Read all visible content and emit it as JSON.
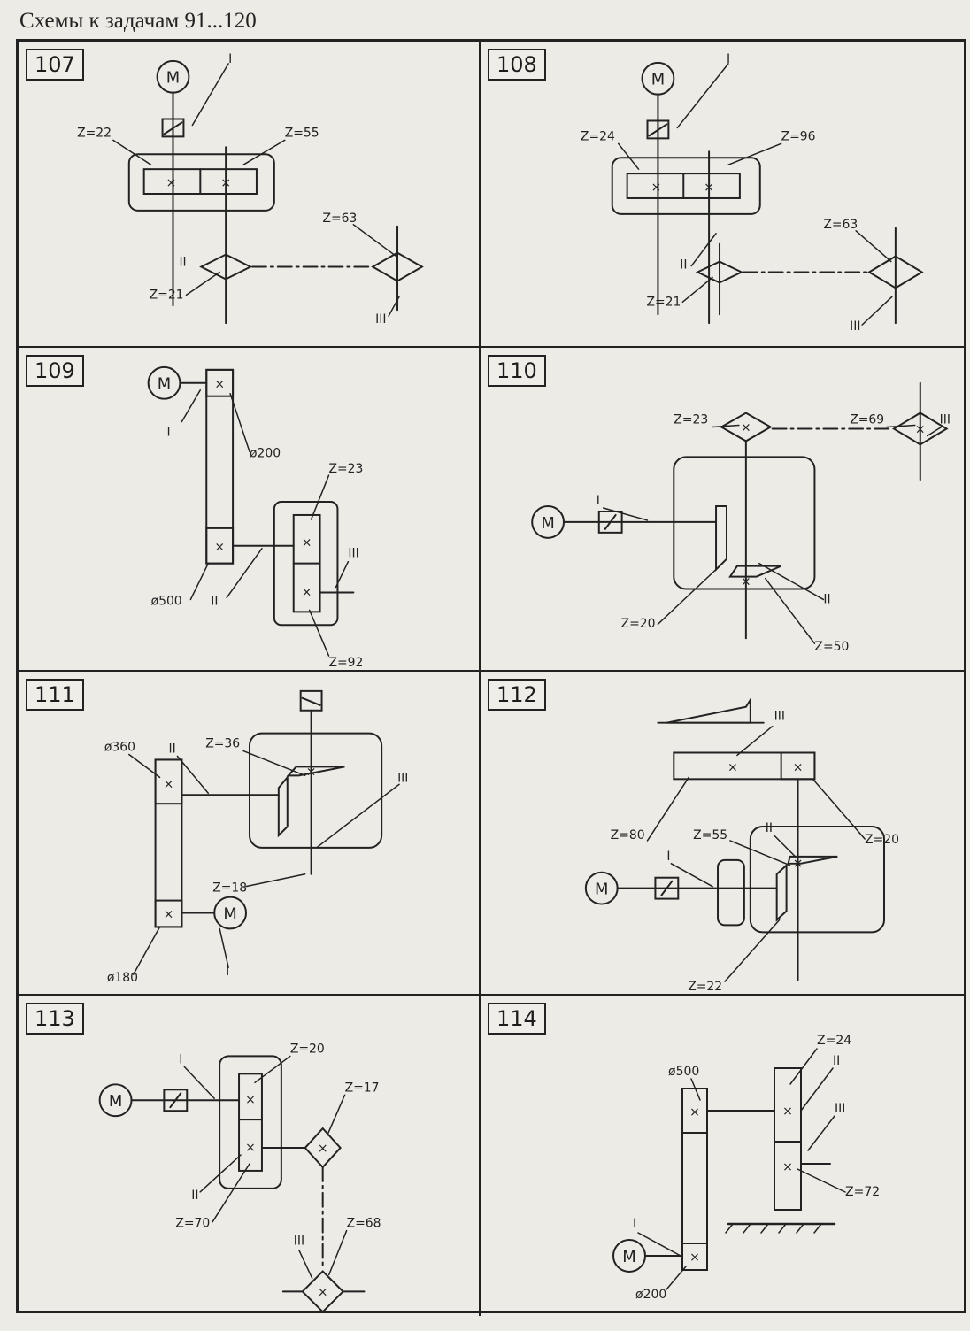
{
  "title": "Схемы к задачам 91...120",
  "schemes": [
    {
      "number": "107",
      "labels": {
        "shaft1": "I",
        "z_a": "Z=22",
        "z_b": "Z=55",
        "shaft2": "II",
        "z_c": "Z=63",
        "z_d": "Z=21",
        "shaft3": "III"
      }
    },
    {
      "number": "108",
      "labels": {
        "shaft1": "I",
        "z_a": "Z=24",
        "z_b": "Z=96",
        "shaft2": "II",
        "z_c": "Z=63",
        "z_d": "Z=21",
        "shaft3": "III"
      }
    },
    {
      "number": "109",
      "labels": {
        "shaft1": "I",
        "d_a": "ø200",
        "z_a": "Z=23",
        "shaft3": "III",
        "d_b": "ø500",
        "shaft2": "II",
        "z_b": "Z=92"
      }
    },
    {
      "number": "110",
      "labels": {
        "z_a": "Z=23",
        "z_b": "Z=69",
        "shaft3": "III",
        "shaft1": "I",
        "shaft2": "II",
        "z_c": "Z=20",
        "z_d": "Z=50"
      }
    },
    {
      "number": "111",
      "labels": {
        "z_a": "Z=36",
        "d_a": "ø360",
        "shaft2": "II",
        "shaft3": "III",
        "z_b": "Z=18",
        "d_b": "ø180",
        "shaft1": "I"
      }
    },
    {
      "number": "112",
      "labels": {
        "shaft3": "III",
        "z_a": "Z=80",
        "z_b": "Z=55",
        "shaft2": "II",
        "z_c": "Z=20",
        "shaft1": "I",
        "z_d": "Z=22"
      }
    },
    {
      "number": "113",
      "labels": {
        "z_a": "Z=20",
        "shaft1": "I",
        "z_b": "Z=17",
        "shaft2": "II",
        "z_c": "Z=70",
        "shaft3": "III",
        "z_d": "Z=68"
      }
    },
    {
      "number": "114",
      "labels": {
        "z_a": "Z=24",
        "d_a": "ø500",
        "shaft2": "II",
        "shaft3": "III",
        "shaft1": "I",
        "z_b": "Z=72",
        "d_b": "ø200"
      }
    }
  ],
  "motor_label": "M",
  "gear_mark": "×"
}
